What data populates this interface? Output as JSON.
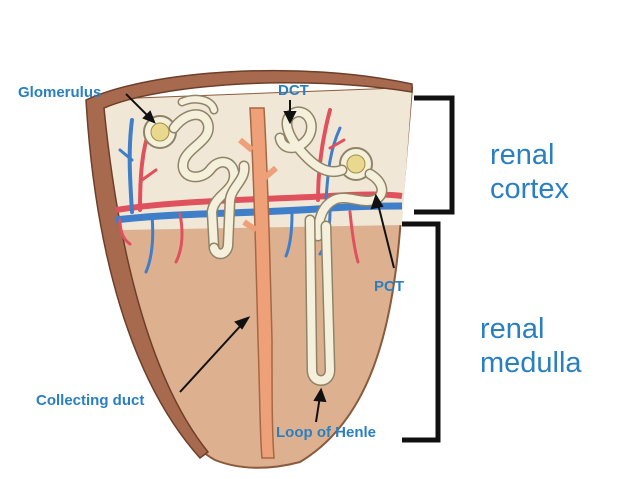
{
  "labels": {
    "glomerulus": "Glomerulus",
    "dct": "DCT",
    "pct": "PCT",
    "collecting_duct": "Collecting duct",
    "loop_of_henle": "Loop of Henle",
    "renal_cortex_1": "renal",
    "renal_cortex_2": "cortex",
    "renal_medulla_1": "renal",
    "renal_medulla_2": "medulla"
  },
  "colors": {
    "label": "#2a7fc1",
    "cortex": "#f1e7d6",
    "medulla": "#ddb190",
    "capsule": "#a86a4e",
    "artery": "#e0515e",
    "vein": "#3f7fc9",
    "tubule_fill": "#f5f0dc",
    "tubule_stroke": "#8f8468",
    "collecting_duct": "#eea078",
    "bracket": "#111111"
  }
}
